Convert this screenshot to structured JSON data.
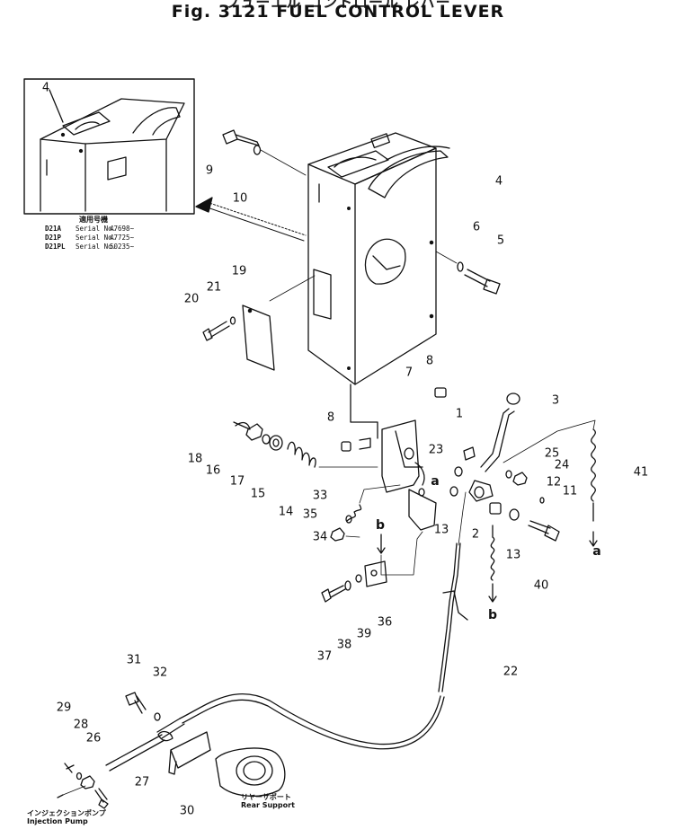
{
  "title": {
    "japanese": "フューエル コントロール レバー",
    "main": "Fig. 3121 FUEL CONTROL LEVER"
  },
  "inset": {
    "header": "適用号機",
    "rows": [
      {
        "model": "D21A",
        "serial_label": "Serial No.",
        "serial": "47698~"
      },
      {
        "model": "D21P",
        "serial_label": "Serial No.",
        "serial": "47725~"
      },
      {
        "model": "D21PL",
        "serial_label": "Serial No.",
        "serial": "50235~"
      }
    ]
  },
  "notes": {
    "injection_jp": "インジェクションポンプ",
    "injection_en": "Injection Pump",
    "rear_jp": "リヤーサポート",
    "rear_en": "Rear Support"
  },
  "callouts": [
    {
      "id": "c4-inset",
      "text": "4"
    },
    {
      "id": "c9",
      "text": "9"
    },
    {
      "id": "c10",
      "text": "10"
    },
    {
      "id": "c4",
      "text": "4"
    },
    {
      "id": "c6",
      "text": "6"
    },
    {
      "id": "c5",
      "text": "5"
    },
    {
      "id": "c19",
      "text": "19"
    },
    {
      "id": "c21",
      "text": "21"
    },
    {
      "id": "c20",
      "text": "20"
    },
    {
      "id": "c8a",
      "text": "8"
    },
    {
      "id": "c7",
      "text": "7"
    },
    {
      "id": "c8b",
      "text": "8"
    },
    {
      "id": "c3",
      "text": "3"
    },
    {
      "id": "c1",
      "text": "1"
    },
    {
      "id": "c18",
      "text": "18"
    },
    {
      "id": "c16",
      "text": "16"
    },
    {
      "id": "c17",
      "text": "17"
    },
    {
      "id": "c15",
      "text": "15"
    },
    {
      "id": "c14",
      "text": "14"
    },
    {
      "id": "c23",
      "text": "23"
    },
    {
      "id": "c25",
      "text": "25"
    },
    {
      "id": "c24",
      "text": "24"
    },
    {
      "id": "c41",
      "text": "41"
    },
    {
      "id": "c12",
      "text": "12"
    },
    {
      "id": "c11",
      "text": "11"
    },
    {
      "id": "ca1",
      "text": "a"
    },
    {
      "id": "c33",
      "text": "33"
    },
    {
      "id": "c35",
      "text": "35"
    },
    {
      "id": "c34",
      "text": "34"
    },
    {
      "id": "c13a",
      "text": "13"
    },
    {
      "id": "c2",
      "text": "2"
    },
    {
      "id": "c13b",
      "text": "13"
    },
    {
      "id": "ca2",
      "text": "a"
    },
    {
      "id": "cb1",
      "text": "b"
    },
    {
      "id": "c40",
      "text": "40"
    },
    {
      "id": "cb2",
      "text": "b"
    },
    {
      "id": "c36",
      "text": "36"
    },
    {
      "id": "c39",
      "text": "39"
    },
    {
      "id": "c38",
      "text": "38"
    },
    {
      "id": "c37",
      "text": "37"
    },
    {
      "id": "c22",
      "text": "22"
    },
    {
      "id": "c31",
      "text": "31"
    },
    {
      "id": "c32",
      "text": "32"
    },
    {
      "id": "c29",
      "text": "29"
    },
    {
      "id": "c28",
      "text": "28"
    },
    {
      "id": "c26",
      "text": "26"
    },
    {
      "id": "c27",
      "text": "27"
    },
    {
      "id": "c30",
      "text": "30"
    }
  ]
}
